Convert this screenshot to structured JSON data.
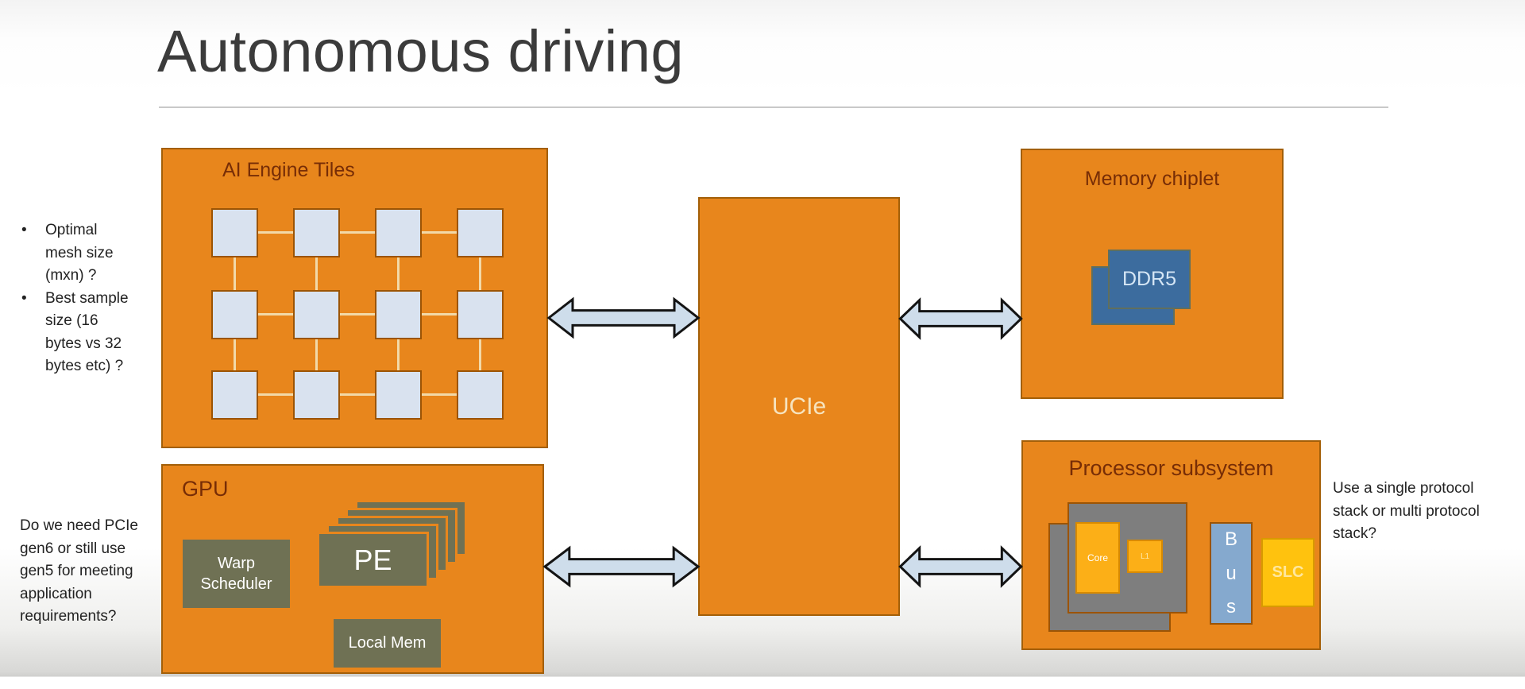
{
  "slide_title": "Autonomous driving",
  "side_notes": {
    "mesh_questions": {
      "items": [
        {
          "lines": [
            "Optimal",
            "mesh size",
            "(mxn) ?"
          ]
        },
        {
          "lines": [
            "Best sample",
            "size (16",
            "bytes vs 32",
            "bytes etc) ?"
          ]
        }
      ]
    },
    "pcie_question": {
      "lines": [
        "Do we need PCIe",
        "gen6 or still use",
        "gen5 for meeting",
        "application",
        "requirements?"
      ]
    },
    "protocol_question": {
      "lines": [
        "Use a single protocol",
        "stack or multi protocol",
        "stack?"
      ]
    }
  },
  "blocks": {
    "ai_engine": {
      "label": "AI Engine Tiles",
      "grid": {
        "rows": 3,
        "cols": 4
      }
    },
    "gpu": {
      "label": "GPU",
      "warp_scheduler": {
        "lines": [
          "Warp",
          "Scheduler"
        ]
      },
      "pe": {
        "label": "PE",
        "stack_count": 5
      },
      "local_mem": {
        "label": "Local Mem"
      }
    },
    "ucie": {
      "label": "UCIe"
    },
    "memory_chiplet": {
      "label": "Memory chiplet",
      "ddr5": {
        "label": "DDR5",
        "stack_count": 2
      }
    },
    "processor_subsystem": {
      "label": "Processor subsystem",
      "core": {
        "label": "Core"
      },
      "l1": {
        "label": "L1"
      },
      "bus": {
        "letters": [
          "B",
          "u",
          "s"
        ]
      },
      "slc": {
        "label": "SLC"
      }
    }
  },
  "colors": {
    "block_orange": "#E8861C",
    "block_border": "#A35F08",
    "label_brown": "#772D06",
    "tile_fill": "#D9E2EF",
    "mesh_link": "#F2D9A8",
    "olive_green": "#6F7154",
    "panel_gray": "#7E7E7E",
    "core_yellow": "#FCAF17",
    "slc_yellow": "#FFC20E",
    "bus_blue": "#85A9CE",
    "ddr5_blue": "#3C6C9E",
    "arrow_fill": "#CEDDEB",
    "arrow_outline": "#141414",
    "title_gray": "#3B3B3B"
  }
}
